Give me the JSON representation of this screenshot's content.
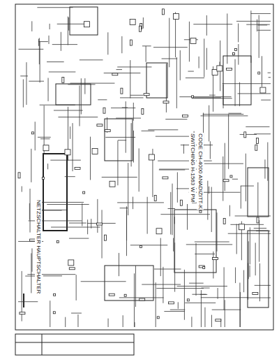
{
  "diagram": {
    "labels": [
      "CODE CH-4000 ANADIZITT-K",
      "SWITCHING H-1563 W PM",
      "NETZSCHALTER HAUPTSCHALTER"
    ]
  }
}
